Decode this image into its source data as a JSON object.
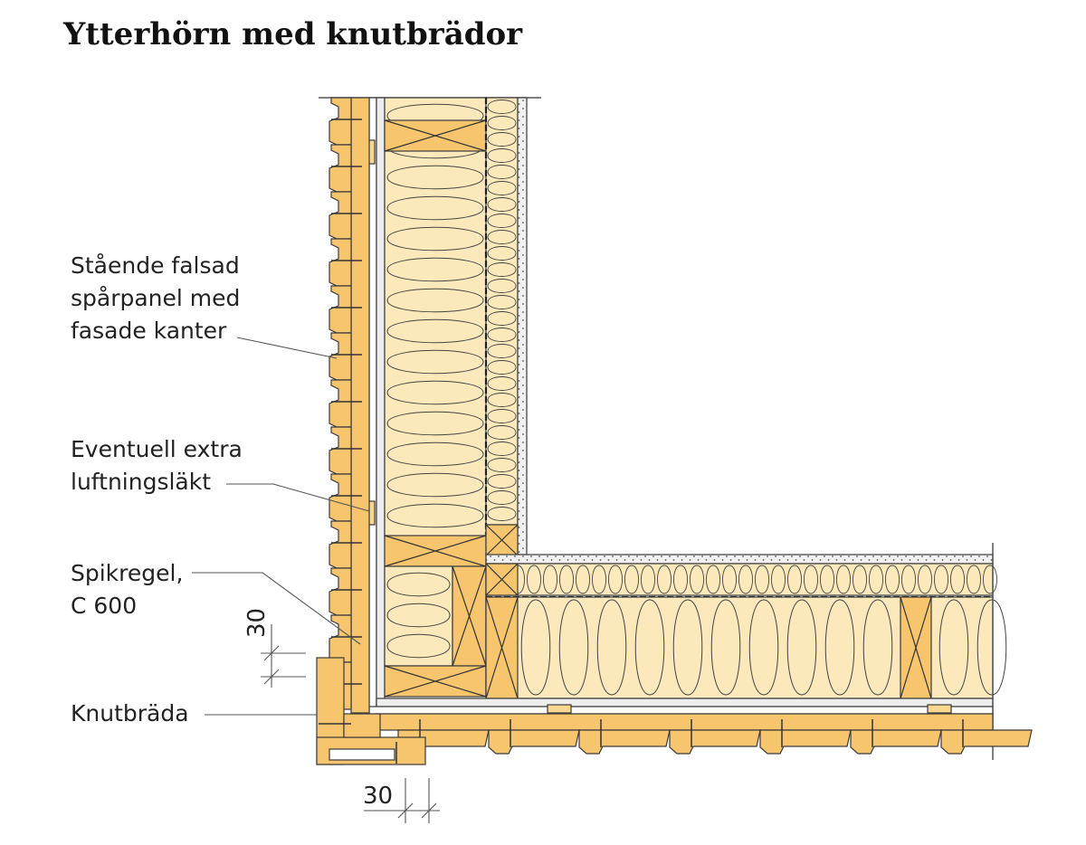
{
  "title": "Ytterhörn med knutbrädor",
  "labels": {
    "panel": "Stående falsad\nspårpanel med\nfasade kanter",
    "lakt": "Eventuell extra\nluftningsläkt",
    "regel": "Spikregel,\nC 600",
    "knut": "Knutbräda"
  },
  "dimensions": {
    "vertical": "30",
    "horizontal": "30"
  },
  "colors": {
    "wood": "#f6c56e",
    "wood_light": "#fbd892",
    "insulation": "#fbe9bc",
    "outline": "#3a3a3a",
    "board": "#eeeeee"
  }
}
